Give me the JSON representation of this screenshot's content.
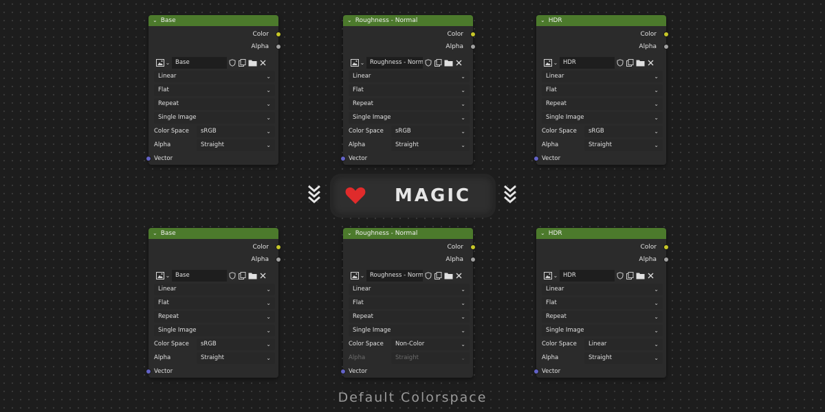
{
  "nodes": [
    {
      "title": "Base",
      "outputs": [
        "Color",
        "Alpha"
      ],
      "image_name": "Base",
      "interpolation": "Linear",
      "projection": "Flat",
      "extension": "Repeat",
      "source": "Single Image",
      "color_space_label": "Color Space",
      "color_space": "sRGB",
      "alpha_label": "Alpha",
      "alpha_mode": "Straight",
      "alpha_dimmed": false,
      "input": "Vector"
    },
    {
      "title": "Roughness - Normal",
      "outputs": [
        "Color",
        "Alpha"
      ],
      "image_name": "Roughness - Normal",
      "interpolation": "Linear",
      "projection": "Flat",
      "extension": "Repeat",
      "source": "Single Image",
      "color_space_label": "Color Space",
      "color_space": "sRGB",
      "alpha_label": "Alpha",
      "alpha_mode": "Straight",
      "alpha_dimmed": false,
      "input": "Vector"
    },
    {
      "title": "HDR",
      "outputs": [
        "Color",
        "Alpha"
      ],
      "image_name": "HDR",
      "interpolation": "Linear",
      "projection": "Flat",
      "extension": "Repeat",
      "source": "Single Image",
      "color_space_label": "Color Space",
      "color_space": "sRGB",
      "alpha_label": "Alpha",
      "alpha_mode": "Straight",
      "alpha_dimmed": false,
      "input": "Vector"
    },
    {
      "title": "Base",
      "outputs": [
        "Color",
        "Alpha"
      ],
      "image_name": "Base",
      "interpolation": "Linear",
      "projection": "Flat",
      "extension": "Repeat",
      "source": "Single Image",
      "color_space_label": "Color Space",
      "color_space": "sRGB",
      "alpha_label": "Alpha",
      "alpha_mode": "Straight",
      "alpha_dimmed": false,
      "input": "Vector"
    },
    {
      "title": "Roughness - Normal",
      "outputs": [
        "Color",
        "Alpha"
      ],
      "image_name": "Roughness - Normal",
      "interpolation": "Linear",
      "projection": "Flat",
      "extension": "Repeat",
      "source": "Single Image",
      "color_space_label": "Color Space",
      "color_space": "Non-Color",
      "alpha_label": "Alpha",
      "alpha_mode": "Straight",
      "alpha_dimmed": true,
      "input": "Vector"
    },
    {
      "title": "HDR",
      "outputs": [
        "Color",
        "Alpha"
      ],
      "image_name": "HDR",
      "interpolation": "Linear",
      "projection": "Flat",
      "extension": "Repeat",
      "source": "Single Image",
      "color_space_label": "Color Space",
      "color_space": "Linear",
      "alpha_label": "Alpha",
      "alpha_mode": "Straight",
      "alpha_dimmed": false,
      "input": "Vector"
    }
  ],
  "banner": {
    "text": "MAGIC",
    "heart_color": "#e02b2b"
  },
  "caption": "Default Colorspace",
  "colors": {
    "header": "#4c7a2c",
    "socket_color": "#c7c729",
    "socket_alpha": "#a1a1a1",
    "socket_vector": "#6363c7",
    "node_bg": "#2b2b2b",
    "canvas_bg": "#1d1d1d"
  },
  "icons": [
    "image-icon",
    "chevron-down-icon",
    "fake-user-shield-icon",
    "duplicate-icon",
    "folder-icon",
    "close-icon",
    "double-chevron-down-icon",
    "heart-icon"
  ]
}
